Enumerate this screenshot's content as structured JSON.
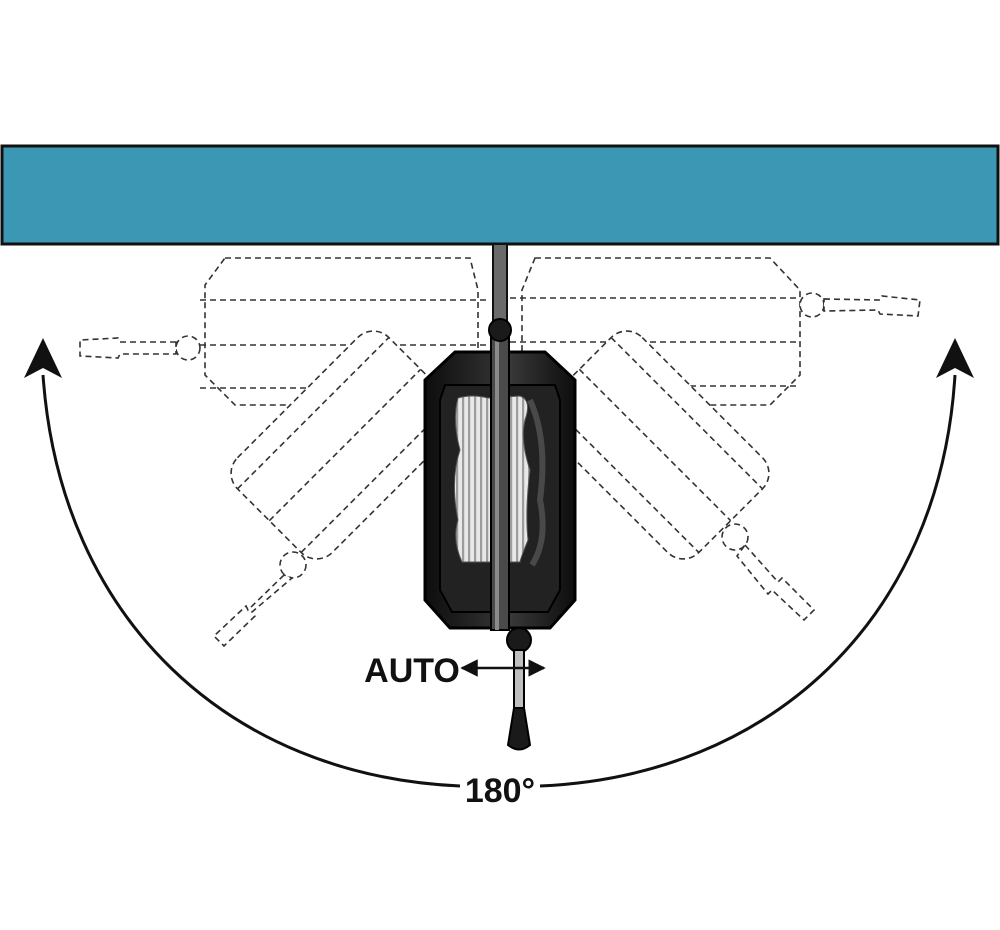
{
  "diagram": {
    "labels": {
      "auto": "AUTO",
      "angle": "180°"
    },
    "colors": {
      "ceiling_beam": "#3c97b5",
      "outline": "#111111",
      "reel_body": "#1a1a1a",
      "hose_window": "#d9d9d9",
      "background": "#ffffff"
    },
    "icons": {
      "rotation_arrow": "double-arc-arrow",
      "direction_arrow": "double-headed-horizontal-arrow"
    }
  }
}
